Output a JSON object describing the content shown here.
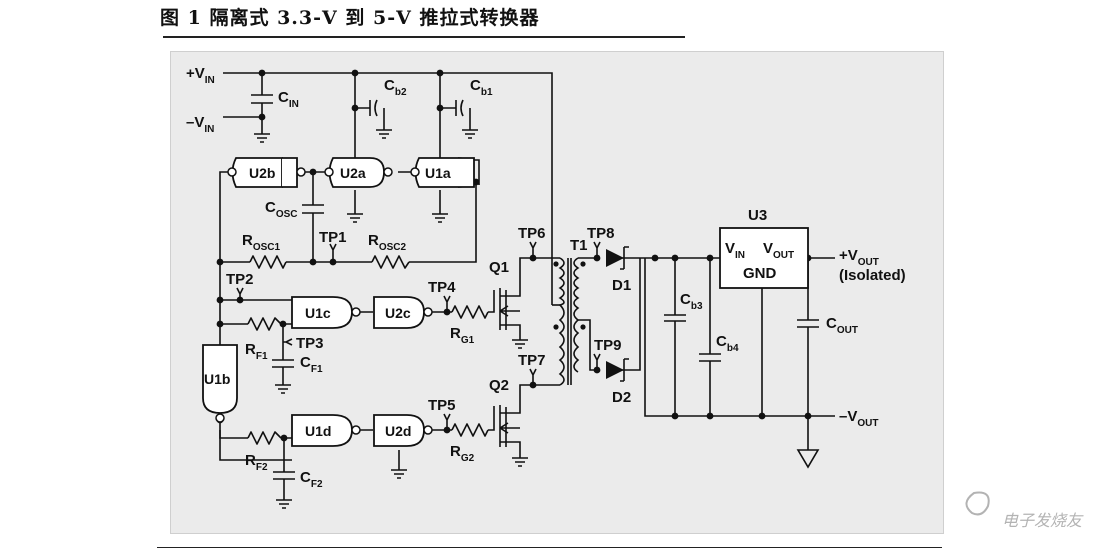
{
  "caption": "图 1 隔离式 3.3-V 到 5-V 推拉式转换器",
  "watermark": "电子发烧友",
  "labels": {
    "vin_pos": {
      "main": "+V",
      "sub": "IN"
    },
    "vin_neg": {
      "main": "–V",
      "sub": "IN"
    },
    "cin": {
      "main": "C",
      "sub": "IN"
    },
    "cb2": {
      "main": "C",
      "sub": "b2"
    },
    "cb1": {
      "main": "C",
      "sub": "b1"
    },
    "cosc": {
      "main": "C",
      "sub": "OSC"
    },
    "rosc1": {
      "main": "R",
      "sub": "OSC1"
    },
    "rosc2": {
      "main": "R",
      "sub": "OSC2"
    },
    "rf1": {
      "main": "R",
      "sub": "F1"
    },
    "cf1": {
      "main": "C",
      "sub": "F1"
    },
    "rf2": {
      "main": "R",
      "sub": "F2"
    },
    "cf2": {
      "main": "C",
      "sub": "F2"
    },
    "rg1": {
      "main": "R",
      "sub": "G1"
    },
    "rg2": {
      "main": "R",
      "sub": "G2"
    },
    "cb3": {
      "main": "C",
      "sub": "b3"
    },
    "cb4": {
      "main": "C",
      "sub": "b4"
    },
    "cout": {
      "main": "C",
      "sub": "OUT"
    },
    "vout_pos": {
      "main": "+V",
      "sub": "OUT"
    },
    "isolated": "(Isolated)",
    "vout_neg": {
      "main": "–V",
      "sub": "OUT"
    },
    "u3_vin": {
      "main": "V",
      "sub": "IN"
    },
    "u3_vout": {
      "main": "V",
      "sub": "OUT"
    },
    "u3_gnd": "GND",
    "u3": "U3",
    "t1": "T1",
    "q1": "Q1",
    "q2": "Q2",
    "d1": "D1",
    "d2": "D2",
    "tp1": "TP1",
    "tp2": "TP2",
    "tp3": "TP3",
    "tp4": "TP4",
    "tp5": "TP5",
    "tp6": "TP6",
    "tp7": "TP7",
    "tp8": "TP8",
    "tp9": "TP9"
  },
  "gates": {
    "u2b": "U2b",
    "u2a": "U2a",
    "u1a": "U1a",
    "u1c": "U1c",
    "u2c": "U2c",
    "u1b": "U1b",
    "u1d": "U1d",
    "u2d": "U2d"
  }
}
